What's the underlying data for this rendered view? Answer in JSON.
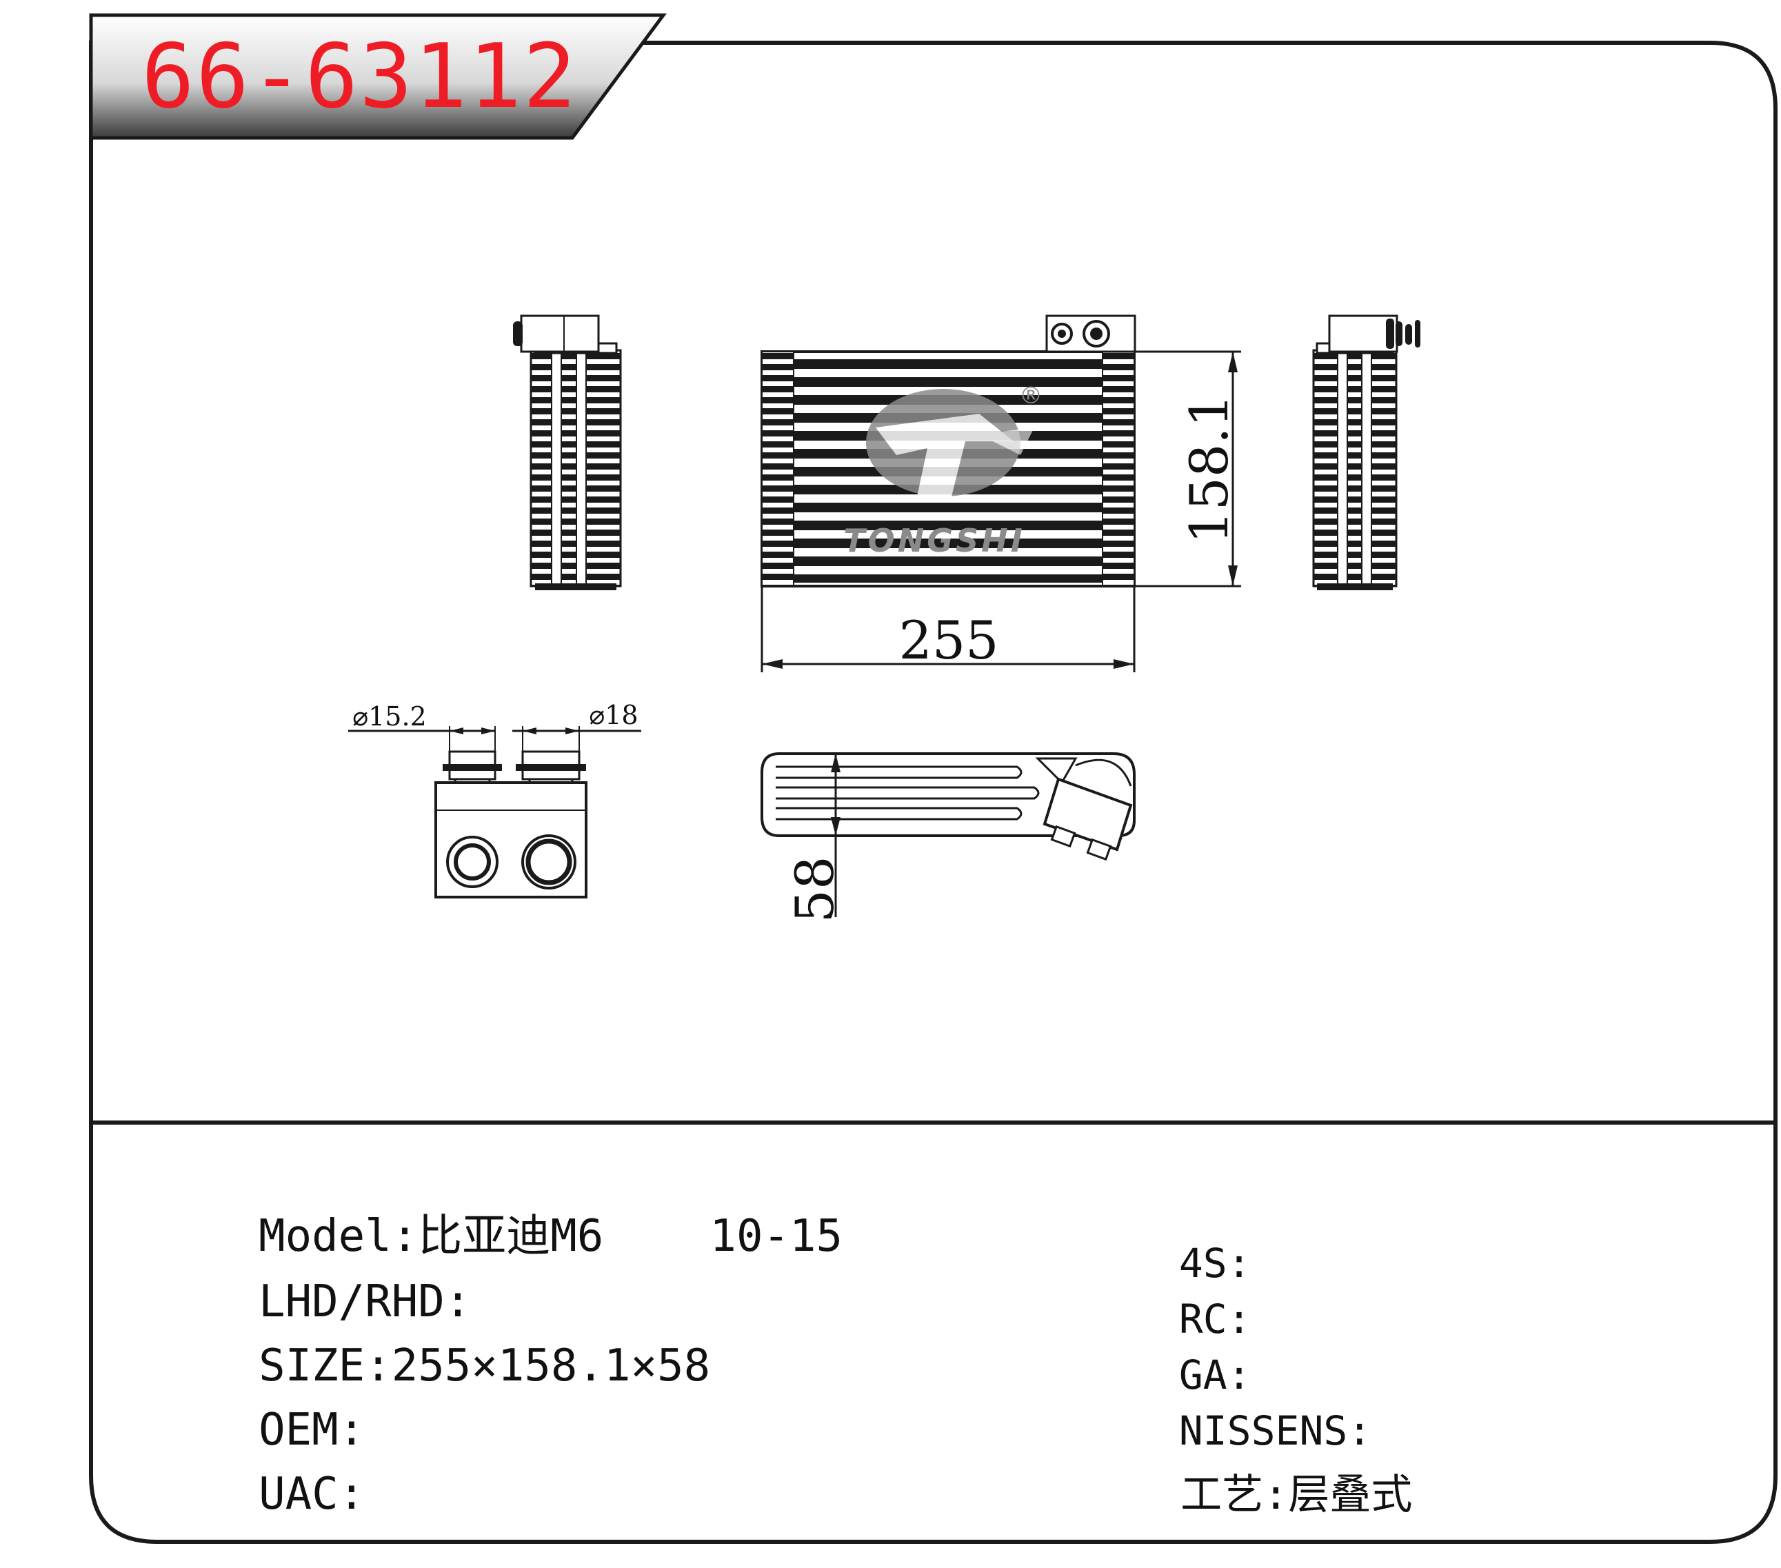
{
  "part_number": "66-63112",
  "dimensions": {
    "width": "255",
    "height": "158.1",
    "depth": "58",
    "pipe_small": "⌀15.2",
    "pipe_large": "⌀18"
  },
  "logo": {
    "brand": "TONGSHI",
    "registered": "®"
  },
  "specs_left": [
    {
      "label": "Model:",
      "value": "比亚迪M6    10-15"
    },
    {
      "label": "LHD/RHD:",
      "value": ""
    },
    {
      "label": "SIZE:",
      "value": "255×158.1×58"
    },
    {
      "label": "OEM:",
      "value": ""
    },
    {
      "label": "UAC:",
      "value": ""
    }
  ],
  "specs_right": [
    {
      "label": "4S:",
      "value": ""
    },
    {
      "label": "RC:",
      "value": ""
    },
    {
      "label": "GA:",
      "value": ""
    },
    {
      "label": "NISSENS:",
      "value": ""
    },
    {
      "label": "工艺:",
      "value": "层叠式"
    }
  ],
  "colors": {
    "title_red": "#ee1c24",
    "line": "#1a1a1a",
    "logo_gray": "#8a8a8a"
  }
}
